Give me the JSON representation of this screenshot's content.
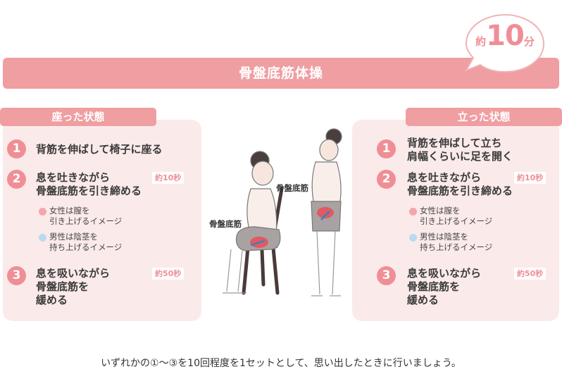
{
  "title": "骨盤底筋体操",
  "duration": {
    "prefix": "約",
    "number": "10",
    "unit": "分"
  },
  "left_panel": {
    "header": "座った状態",
    "steps": [
      {
        "num": "1",
        "lines": [
          "背筋を伸ばして椅子に座る"
        ]
      },
      {
        "num": "2",
        "lines": [
          "息を吐きながら",
          "骨盤底筋を引き締める"
        ],
        "badge": "約10秒"
      },
      {
        "num": "3",
        "lines": [
          "息を吸いながら",
          "骨盤底筋を",
          "緩める"
        ],
        "badge": "約50秒"
      }
    ],
    "notes": [
      {
        "lines": [
          "女性は膣を",
          "引き上げるイメージ"
        ]
      },
      {
        "lines": [
          "男性は陰茎を",
          "持ち上げるイメージ"
        ]
      }
    ]
  },
  "right_panel": {
    "header": "立った状態",
    "steps": [
      {
        "num": "1",
        "lines": [
          "背筋を伸ばして立ち",
          "肩幅くらいに足を開く"
        ]
      },
      {
        "num": "2",
        "lines": [
          "息を吐きながら",
          "骨盤底筋を引き締める"
        ],
        "badge": "約10秒"
      },
      {
        "num": "3",
        "lines": [
          "息を吸いながら",
          "骨盤底筋を",
          "緩める"
        ],
        "badge": "約50秒"
      }
    ],
    "notes": [
      {
        "lines": [
          "女性は膣を",
          "引き上げるイメージ"
        ]
      },
      {
        "lines": [
          "男性は陰茎を",
          "持ち上げるイメージ"
        ]
      }
    ]
  },
  "figure_labels": {
    "sitting": "骨盤底筋",
    "standing": "骨盤底筋"
  },
  "footer": "いずれかの①～③を10回程度を1セットとして、思い出したときに行いましょう。",
  "colors": {
    "accent": "#ef9ea1",
    "panel": "#fbeaea",
    "note_pink": "#f2a6ad",
    "note_blue": "#b8dbef"
  }
}
